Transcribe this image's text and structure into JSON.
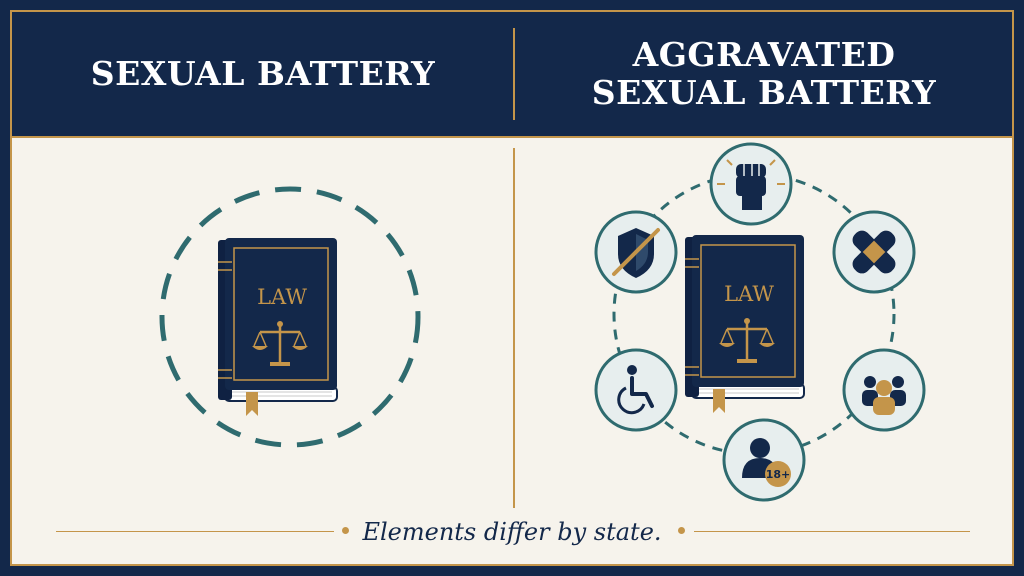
{
  "header": {
    "left_title": "SEXUAL BATTERY",
    "right_title": "AGGRAVATED\nSEXUAL BATTERY"
  },
  "book": {
    "label": "LAW",
    "icon": "law-book-icon"
  },
  "aggravating_icons": [
    "fist-icon",
    "bandage-icon",
    "group-icon",
    "minor-icon",
    "wheelchair-icon",
    "broken-shield-icon"
  ],
  "minor_badge": "18+",
  "footer": {
    "caption": "Elements differ by state."
  },
  "colors": {
    "navy": "#13284a",
    "gold": "#c4954a",
    "teal": "#2f6b6f",
    "cream": "#f6f3ec"
  }
}
